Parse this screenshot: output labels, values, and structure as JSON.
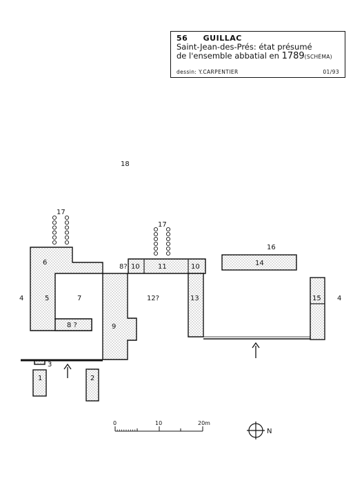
{
  "cartouche": {
    "dept": "56",
    "commune": "GUILLAC",
    "line1": "Saint-Jean-des-Prés: état présumé",
    "line2_prefix": "de l'ensemble abbatial en",
    "year": "1789",
    "tag": "(SCHÉMA)",
    "author": "dessin: Y.CARPENTIER",
    "date": "01/93"
  },
  "labels": {
    "l1": "1",
    "l2": "2",
    "l3": "3",
    "l4": "4",
    "l5": "5",
    "l6": "6",
    "l7": "7",
    "l8": "8 ?",
    "l8b": "8?",
    "l9": "9",
    "l10": "10",
    "l11": "11",
    "l12": "12?",
    "l13": "13",
    "l14": "14",
    "l15": "15",
    "l16": "16",
    "l17": "17",
    "l18": "18"
  },
  "scale": {
    "t0": "0",
    "t10": "10",
    "t20": "20m"
  },
  "north": {
    "label": "N"
  }
}
